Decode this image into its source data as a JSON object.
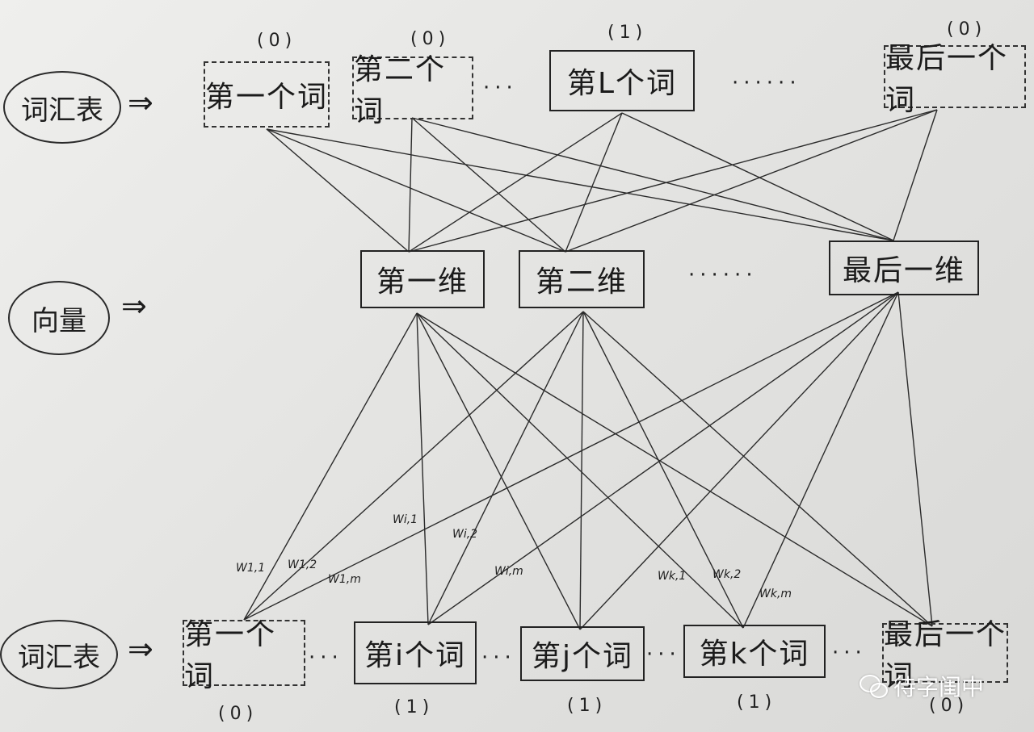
{
  "rows": {
    "top_label": "词汇表",
    "middle_label": "向量",
    "bottom_label": "词汇表",
    "arrow": "⇒"
  },
  "top_row": [
    {
      "text": "第一个词",
      "flag": "(0)",
      "style": "dashed"
    },
    {
      "text": "第二个词",
      "flag": "(0)",
      "style": "dashed"
    },
    {
      "text": "第L个词",
      "flag": "(1)",
      "style": "solid"
    },
    {
      "text": "最后一个词",
      "flag": "(0)",
      "style": "dashed"
    }
  ],
  "top_dots": [
    "···",
    "······"
  ],
  "middle_row": [
    {
      "text": "第一维"
    },
    {
      "text": "第二维"
    },
    {
      "text": "最后一维"
    }
  ],
  "middle_dots": "······",
  "bottom_row": [
    {
      "text": "第一个词",
      "flag": "(0)",
      "style": "dashed"
    },
    {
      "text": "第i个词",
      "flag": "(1)",
      "style": "solid"
    },
    {
      "text": "第j个词",
      "flag": "(1)",
      "style": "solid"
    },
    {
      "text": "第k个词",
      "flag": "(1)",
      "style": "solid"
    },
    {
      "text": "最后一个词",
      "flag": "(0)",
      "style": "dashed"
    }
  ],
  "bottom_dots": [
    "···",
    "···",
    "···",
    "···"
  ],
  "weights": [
    "W1,1",
    "W1,2",
    "W1,m",
    "Wi,1",
    "Wi,2",
    "Wi,m",
    "Wk,1",
    "Wk,2",
    "Wk,m"
  ],
  "brand": "待字闺中",
  "colors": {
    "ink": "#222222",
    "paper": "#e6e6e4"
  }
}
